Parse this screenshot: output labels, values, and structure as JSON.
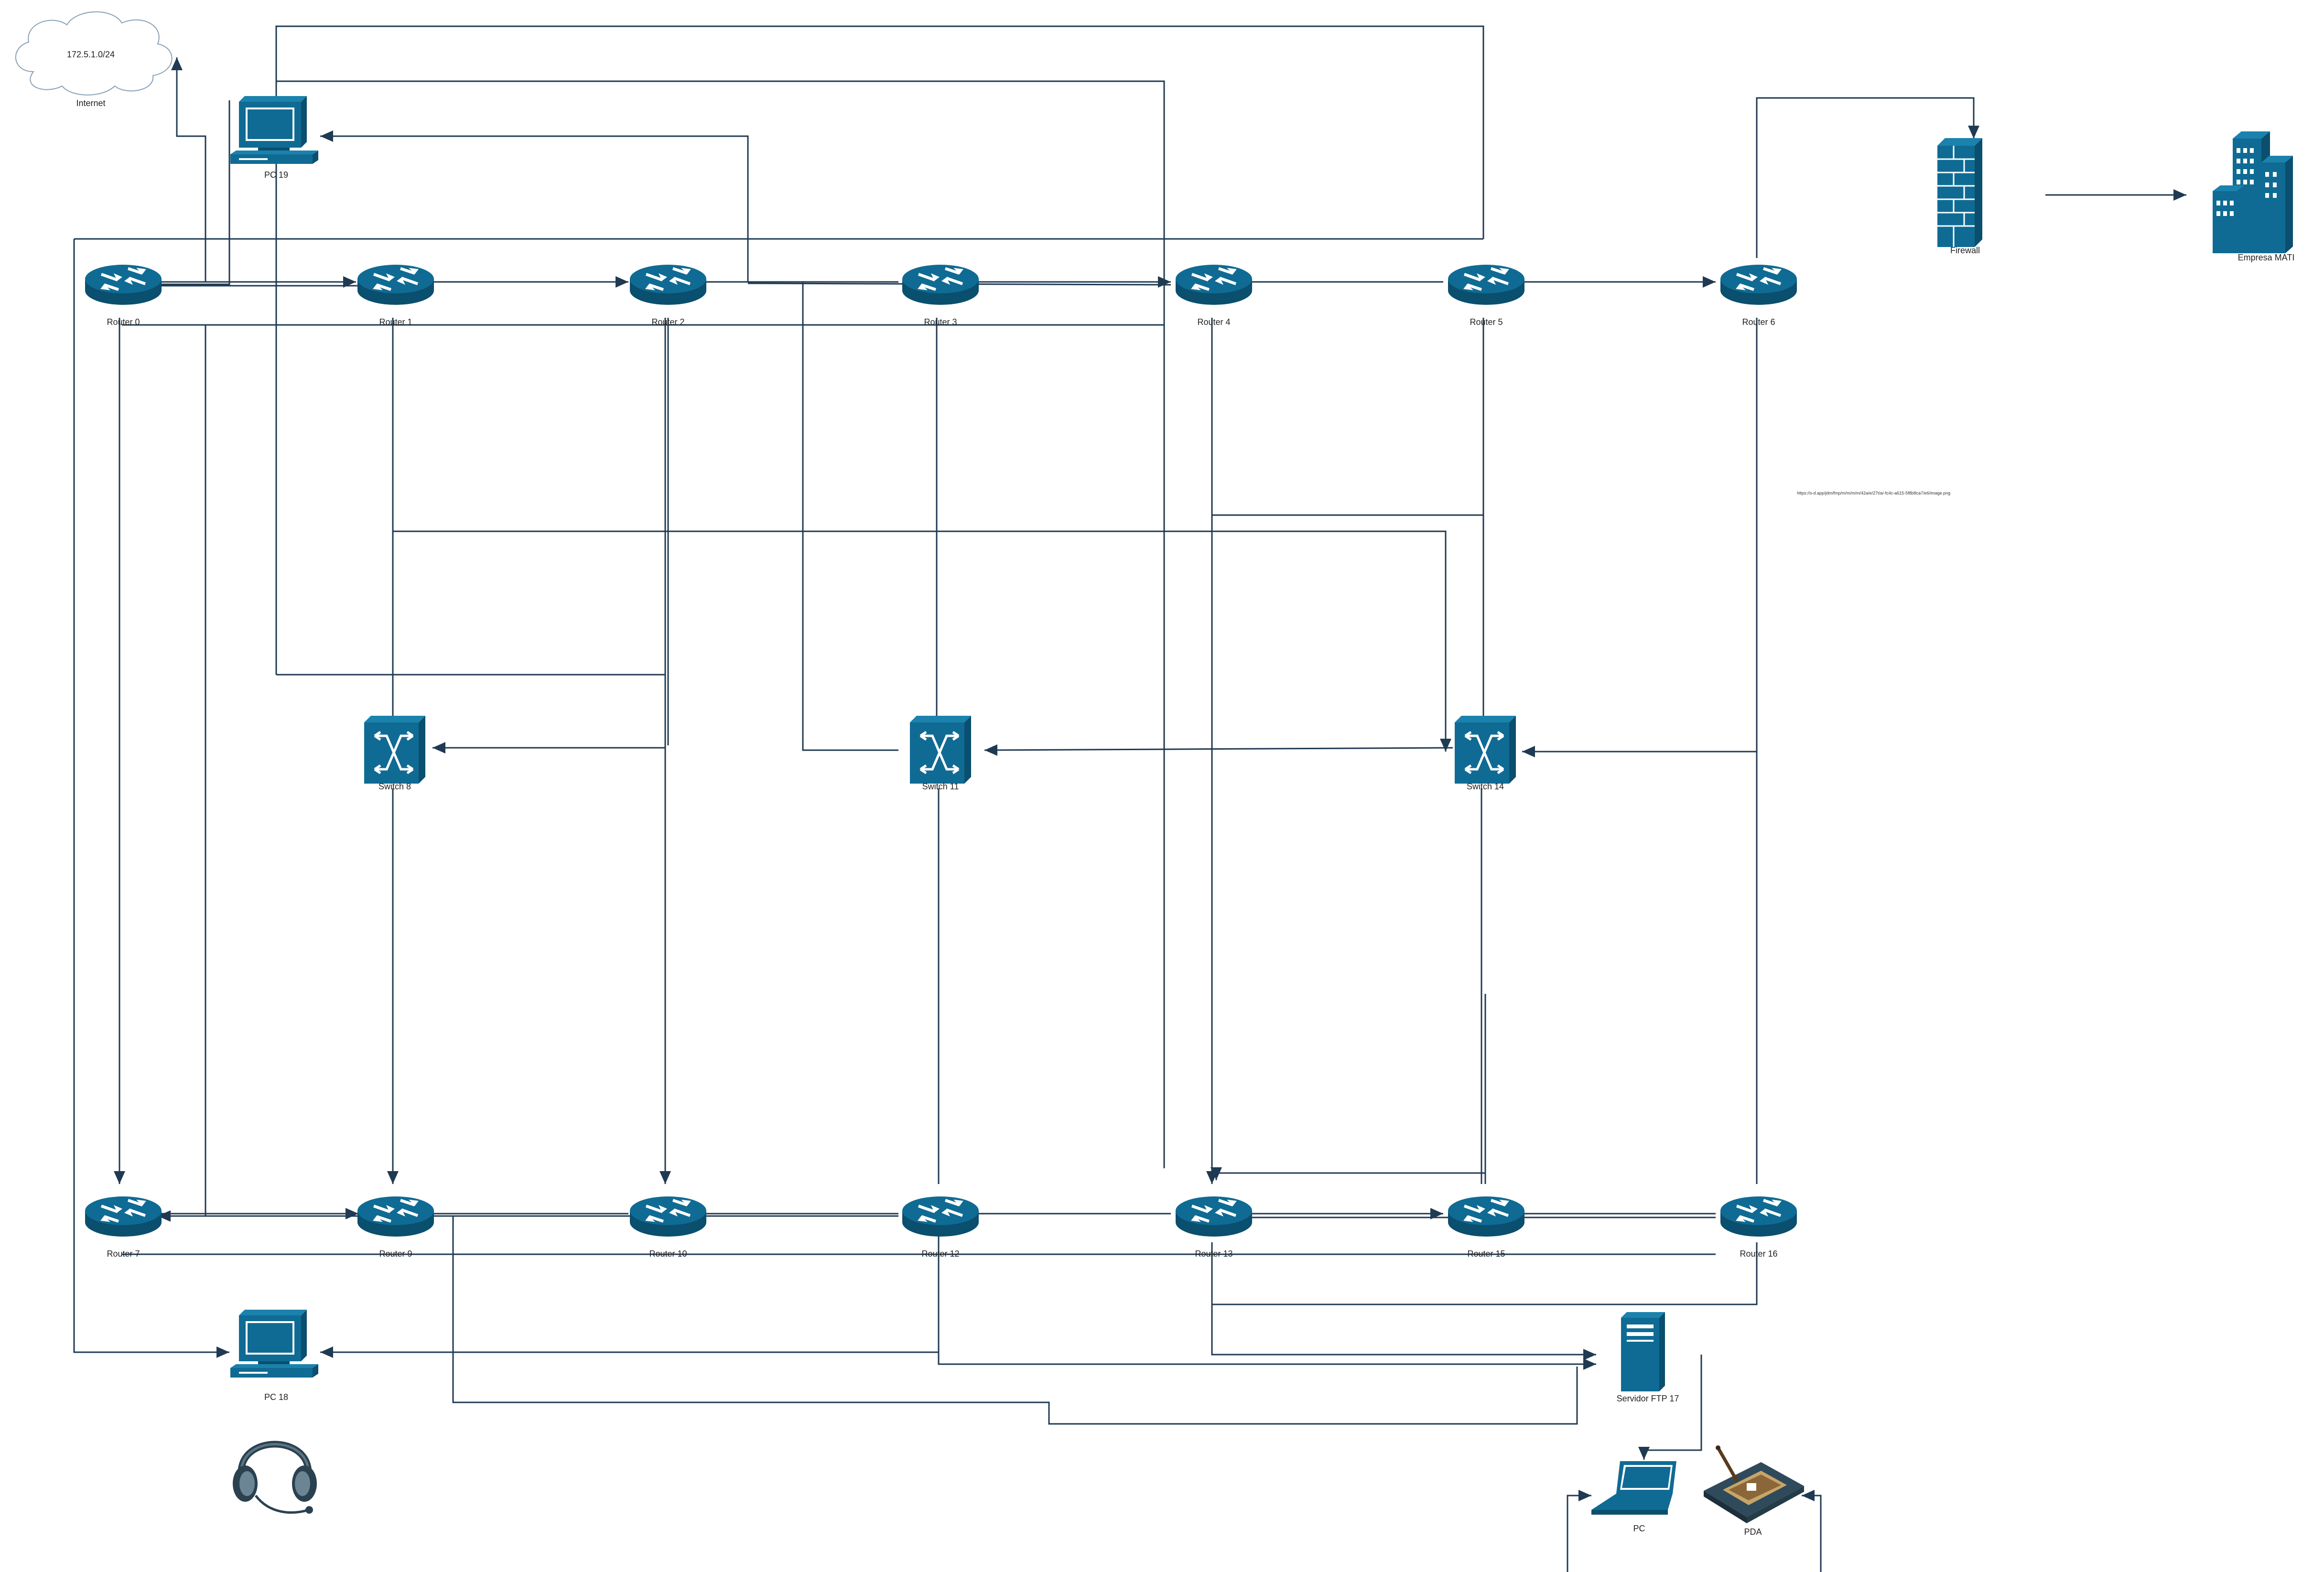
{
  "diagram": {
    "cloud": {
      "subnet": "172.5.1.0/24",
      "label": "Internet"
    },
    "url_text": "https://s-d.app/jdm/fmp/m/m/m/m/42a/e/27t/a/-fc4c-a615-5f8b8ca7/e6/image.png",
    "colors": {
      "device": "#0f6b94",
      "device_dark": "#0a4f6e",
      "wire": "#1f3a52"
    },
    "routers": [
      {
        "id": "r0",
        "label": "Router 0"
      },
      {
        "id": "r1",
        "label": "Router 1"
      },
      {
        "id": "r2",
        "label": "Router 2"
      },
      {
        "id": "r3",
        "label": "Router 3"
      },
      {
        "id": "r4",
        "label": "Router 4"
      },
      {
        "id": "r5",
        "label": "Router 5"
      },
      {
        "id": "r6",
        "label": "Router 6"
      },
      {
        "id": "r7",
        "label": "Router 7"
      },
      {
        "id": "r9",
        "label": "Router 9"
      },
      {
        "id": "r10",
        "label": "Router 10"
      },
      {
        "id": "r12",
        "label": "Router 12"
      },
      {
        "id": "r13",
        "label": "Router 13"
      },
      {
        "id": "r15",
        "label": "Router 15"
      },
      {
        "id": "r16",
        "label": "Router 16"
      }
    ],
    "switches": [
      {
        "id": "s8",
        "label": "Switch 8"
      },
      {
        "id": "s11",
        "label": "Switch 11"
      },
      {
        "id": "s14",
        "label": "Switch 14"
      }
    ],
    "pcs": [
      {
        "id": "pc19",
        "label": "PC 19"
      },
      {
        "id": "pc18",
        "label": "PC 18"
      }
    ],
    "firewall": {
      "label": "Firewall"
    },
    "building": {
      "label": "Empresa MATI"
    },
    "server": {
      "label": "Servidor FTP 17"
    },
    "laptop": {
      "label": "PC"
    },
    "pda": {
      "label": "PDA"
    },
    "headset": {
      "label": ""
    }
  }
}
